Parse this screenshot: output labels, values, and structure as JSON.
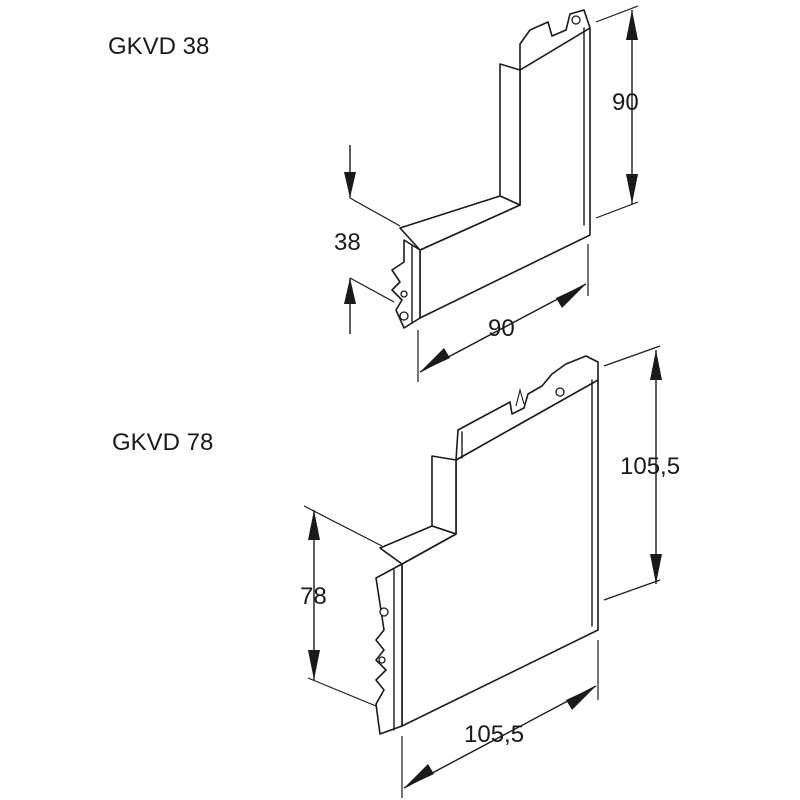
{
  "parts": {
    "top": {
      "name": "GKVD 38",
      "dim_height": "90",
      "dim_width": "90",
      "dim_depth": "38"
    },
    "bottom": {
      "name": "GKVD 78",
      "dim_height": "105,5",
      "dim_width": "105,5",
      "dim_depth": "78"
    }
  },
  "colors": {
    "line": "#1a1a1a",
    "background": "#ffffff"
  }
}
